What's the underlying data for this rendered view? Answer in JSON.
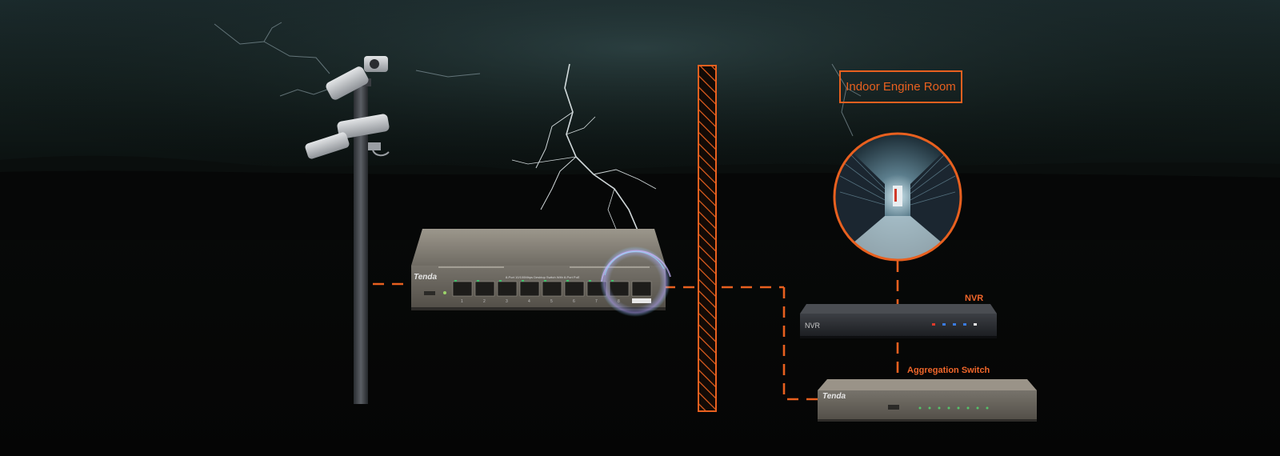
{
  "room": {
    "label": "Indoor Engine Room"
  },
  "nvr": {
    "tag": "NVR",
    "front_text": "NVR"
  },
  "aggregation": {
    "tag": "Aggregation Switch",
    "brand": "Tenda"
  },
  "poe_switch": {
    "brand": "Tenda",
    "title": "8-Port 10/100Mbps Desktop Switch With 8-Port PoE",
    "ports": [
      "1",
      "2",
      "3",
      "4",
      "5",
      "6",
      "7",
      "8"
    ]
  },
  "colors": {
    "accent": "#e8601f",
    "link": "#e8601f"
  }
}
